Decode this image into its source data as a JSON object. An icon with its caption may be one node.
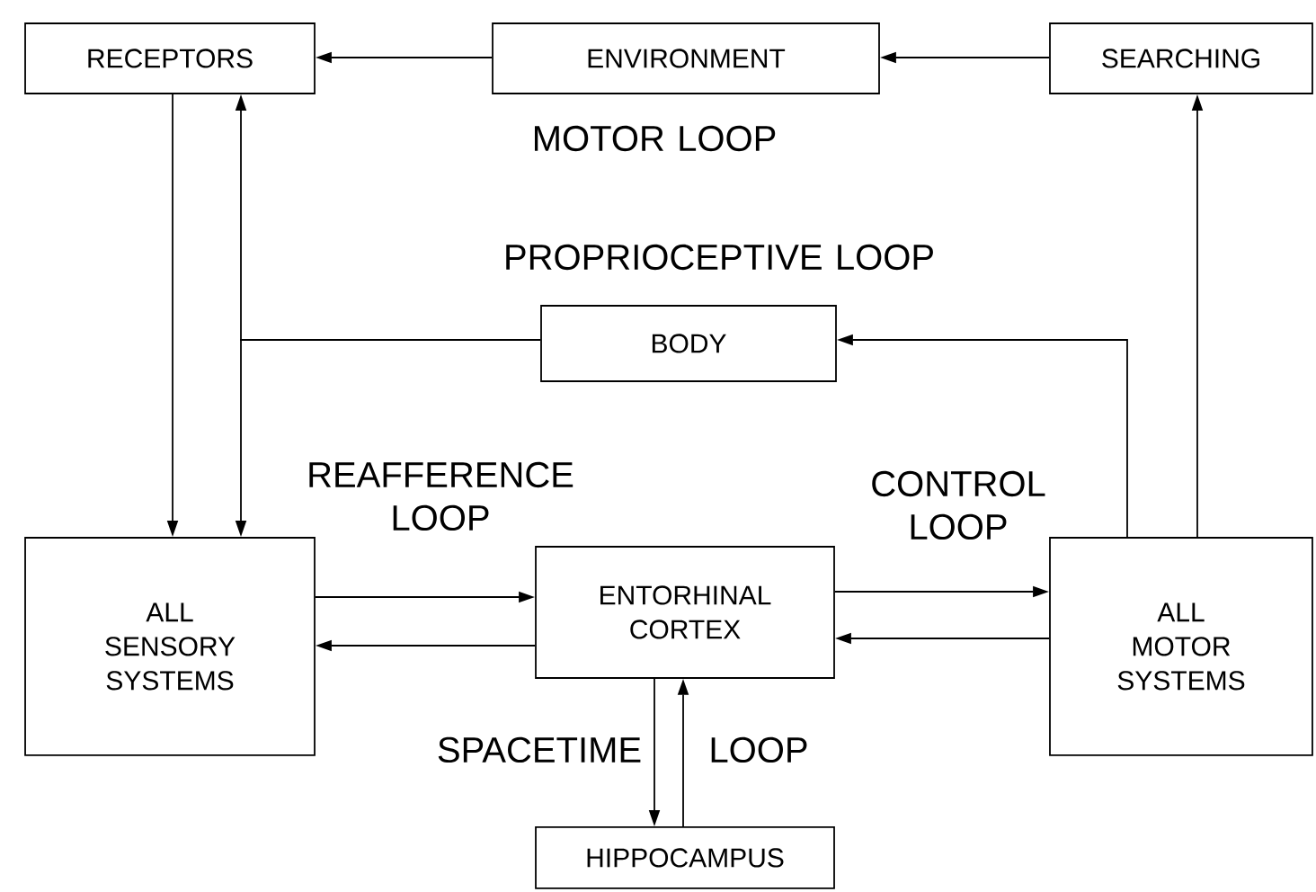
{
  "diagram": {
    "nodes": [
      {
        "text": [
          "RECEPTORS"
        ]
      },
      {
        "text": [
          "ENVIRONMENT"
        ]
      },
      {
        "text": [
          "SEARCHING"
        ]
      },
      {
        "text": [
          "BODY"
        ]
      },
      {
        "text": [
          "ALL SENSORY SYSTEMS"
        ]
      },
      {
        "text": [
          "ENTORHINAL CORTEX"
        ]
      },
      {
        "text": [
          "ALL MOTOR SYSTEMS"
        ]
      },
      {
        "text": [
          "HIPPOCAMPUS"
        ]
      }
    ],
    "edges": [
      {
        "from": 2,
        "to": 1,
        "arrow": "to"
      },
      {
        "from": 1,
        "to": 0,
        "arrow": "to"
      },
      {
        "from": 0,
        "to": 4,
        "arrow": "to"
      },
      {
        "from": 3,
        "to": 0,
        "arrow": "to"
      },
      {
        "from": 3,
        "to": 4,
        "arrow": "to"
      },
      {
        "from": 6,
        "to": 3,
        "arrow": "to"
      },
      {
        "from": 6,
        "to": 2,
        "arrow": "to"
      },
      {
        "from": 4,
        "to": 5,
        "arrow": "to"
      },
      {
        "from": 5,
        "to": 4,
        "arrow": "to"
      },
      {
        "from": 5,
        "to": 6,
        "arrow": "to"
      },
      {
        "from": 6,
        "to": 5,
        "arrow": "to"
      },
      {
        "from": 5,
        "to": 7,
        "arrow": "to"
      },
      {
        "from": 7,
        "to": 5,
        "arrow": "to"
      }
    ],
    "labels": [
      "MOTOR LOOP",
      "PROPRIOCEPTIVE LOOP",
      "REAFFERENCE LOOP",
      "CONTROL LOOP",
      "SPACETIME",
      "LOOP"
    ]
  }
}
